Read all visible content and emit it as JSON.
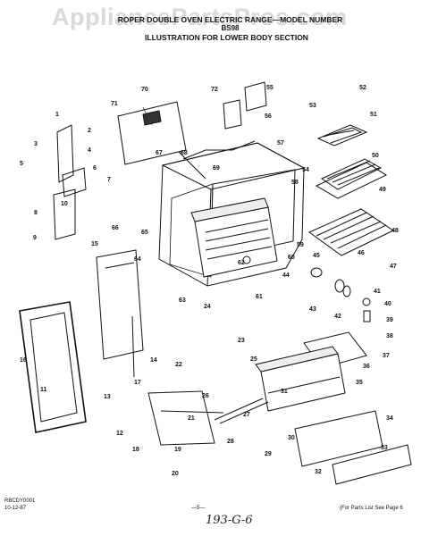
{
  "watermark": "AppliancePartsPros.com",
  "header": {
    "line1": "ROPER DOUBLE OVEN ELECTRIC RANGE—MODEL NUMBER",
    "line2": "BS98",
    "line3": "ILLUSTRATION FOR LOWER BODY SECTION"
  },
  "footer": {
    "code": "RBCDY0001",
    "date": "10-12-87",
    "page": "—5—",
    "note": "(For Parts List See Page 6"
  },
  "handwriting": "193-G-6",
  "callouts": [
    "1",
    "2",
    "3",
    "4",
    "5",
    "6",
    "7",
    "8",
    "9",
    "10",
    "11",
    "12",
    "13",
    "14",
    "15",
    "16",
    "17",
    "18",
    "19",
    "20",
    "21",
    "22",
    "23",
    "24",
    "25",
    "26",
    "27",
    "28",
    "29",
    "30",
    "31",
    "32",
    "33",
    "34",
    "35",
    "36",
    "37",
    "38",
    "39",
    "40",
    "41",
    "42",
    "43",
    "44",
    "45",
    "46",
    "47",
    "48",
    "49",
    "50",
    "51",
    "52",
    "53",
    "54",
    "55",
    "56",
    "57",
    "58",
    "59",
    "60",
    "61",
    "62",
    "63",
    "64",
    "65",
    "66",
    "67",
    "68",
    "69",
    "70",
    "71",
    "72"
  ]
}
